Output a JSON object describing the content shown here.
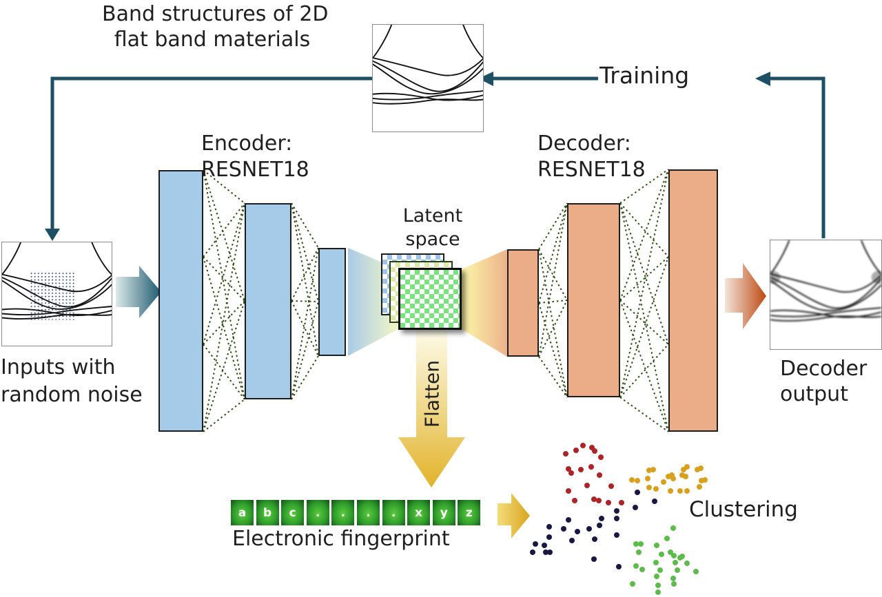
{
  "figure": {
    "title_line1": "Band structures of 2D",
    "title_line2": "flat band materials",
    "training": "Training",
    "encoder_line1": "Encoder:",
    "encoder_line2": "RESNET18",
    "decoder_line1": "Decoder:",
    "decoder_line2": "RESNET18",
    "latent_line1": "Latent",
    "latent_line2": "space",
    "inputs_line1": "Inputs with",
    "inputs_line2": "random noise",
    "decoder_output_line1": "Decoder",
    "decoder_output_line2": "output",
    "flatten": "Flatten",
    "fingerprint_caption": "Electronic fingerprint",
    "clustering": "Clustering"
  },
  "fingerprint_cells": [
    "a",
    "b",
    "c",
    ".",
    ".",
    ".",
    ".",
    "x",
    "y",
    "z"
  ],
  "colors": {
    "training_line": "#1D5065",
    "encoder_fill": "#A5CBE9",
    "decoder_fill": "#EBAD87",
    "mesh_dots": "#2E4D13",
    "latent_front_checker": "#77E57C",
    "latent_middle_checker": "#DCE9A6",
    "latent_back_checker": "#9CC4EA",
    "fingerprint_green": "#2F9C2B",
    "gold_arrow": "#D9A51E",
    "teal_arrow": "#1D5A70",
    "orange_arrow": "#BC4A12"
  },
  "clusters": [
    {
      "name": "red",
      "color": "#AF2326",
      "points": [
        [
          821,
          659
        ],
        [
          836,
          654
        ],
        [
          846,
          647
        ],
        [
          859,
          650
        ],
        [
          863,
          655
        ],
        [
          872,
          664
        ],
        [
          825,
          681
        ],
        [
          829,
          687
        ],
        [
          843,
          682
        ],
        [
          858,
          678
        ],
        [
          870,
          690
        ],
        [
          852,
          705
        ],
        [
          887,
          706
        ],
        [
          825,
          713
        ],
        [
          834,
          727
        ],
        [
          862,
          725
        ],
        [
          869,
          727
        ],
        [
          883,
          730
        ],
        [
          902,
          730
        ]
      ]
    },
    {
      "name": "orange",
      "color": "#D9A01D",
      "points": [
        [
          917,
          697
        ],
        [
          925,
          698
        ],
        [
          940,
          695
        ],
        [
          942,
          683
        ],
        [
          948,
          682
        ],
        [
          963,
          700
        ],
        [
          952,
          710
        ],
        [
          942,
          708
        ],
        [
          970,
          692
        ],
        [
          975,
          690
        ],
        [
          977,
          695
        ],
        [
          992,
          682
        ],
        [
          997,
          678
        ],
        [
          990,
          690
        ],
        [
          995,
          692
        ],
        [
          1012,
          682
        ],
        [
          1017,
          680
        ],
        [
          1018,
          698
        ],
        [
          1023,
          697
        ],
        [
          1015,
          707
        ],
        [
          987,
          713
        ],
        [
          997,
          713
        ],
        [
          973,
          713
        ]
      ]
    },
    {
      "name": "navy",
      "color": "#181843",
      "points": [
        [
          925,
          715
        ],
        [
          950,
          728
        ],
        [
          922,
          737
        ],
        [
          895,
          742
        ],
        [
          873,
          753
        ],
        [
          895,
          753
        ],
        [
          825,
          755
        ],
        [
          838,
          772
        ],
        [
          818,
          768
        ],
        [
          797,
          765
        ],
        [
          855,
          768
        ],
        [
          870,
          763
        ],
        [
          797,
          780
        ],
        [
          830,
          785
        ],
        [
          863,
          783
        ],
        [
          895,
          777
        ],
        [
          777,
          790
        ],
        [
          790,
          792
        ],
        [
          773,
          802
        ],
        [
          792,
          802
        ],
        [
          798,
          802
        ],
        [
          862,
          812
        ],
        [
          898,
          823
        ]
      ]
    },
    {
      "name": "green",
      "color": "#5CBB4B",
      "points": [
        [
          977,
          767
        ],
        [
          968,
          782
        ],
        [
          923,
          790
        ],
        [
          930,
          790
        ],
        [
          927,
          802
        ],
        [
          953,
          792
        ],
        [
          960,
          805
        ],
        [
          923,
          822
        ],
        [
          932,
          827
        ],
        [
          952,
          817
        ],
        [
          958,
          828
        ],
        [
          973,
          802
        ],
        [
          978,
          807
        ],
        [
          980,
          817
        ],
        [
          987,
          810
        ],
        [
          990,
          808
        ],
        [
          997,
          818
        ],
        [
          983,
          828
        ],
        [
          1010,
          830
        ],
        [
          953,
          837
        ],
        [
          977,
          840
        ],
        [
          955,
          850
        ],
        [
          918,
          848
        ],
        [
          978,
          848
        ],
        [
          955,
          860
        ]
      ]
    }
  ]
}
